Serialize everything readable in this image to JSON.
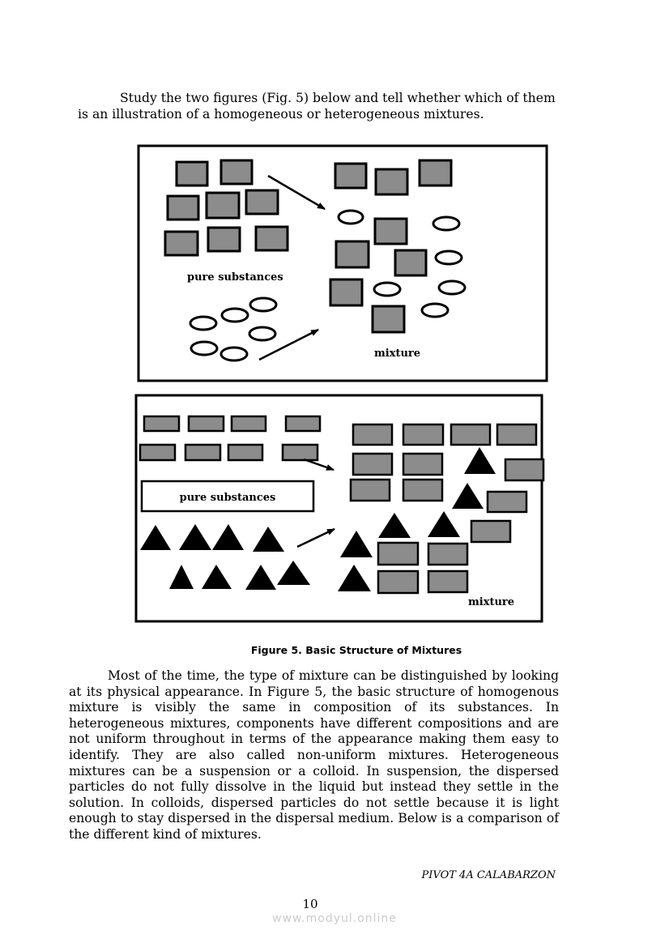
{
  "intro": {
    "line1": "Study the two figures (Fig. 5)  below and tell whether which of them",
    "line2": "is an illustration of a homogeneous or heterogeneous mixtures."
  },
  "figure": {
    "top_panel": {
      "pure_label": "pure substances",
      "mixture_label": "mixture"
    },
    "bottom_panel": {
      "pure_label": "pure substances",
      "mixture_label": "mixture"
    },
    "caption": "Figure 5.  Basic Structure of Mixtures"
  },
  "paragraph": "Most of the time, the type of mixture can be distinguished by looking at its physical appearance.  In Figure 5, the basic structure of homogenous mixture is visibly the same in composition of its substances.   In heterogeneous mixtures, components have different compositions and are not uniform throughout in terms of the appearance making them easy to identify.  They are also called non-uniform mixtures. Heterogeneous mixtures can be a suspension or a colloid.  In suspension, the dispersed particles do not fully dissolve in the liquid but instead they settle in the solution.   In colloids, dispersed particles do not settle because it is light enough to stay dispersed in the dispersal medium.  Below is a comparison of the different kind of mixtures.",
  "footer": {
    "source": "PIVOT 4A CALABARZON",
    "page_number": "10",
    "watermark": "www.modyul.online"
  },
  "colors": {
    "particle_fill": "#8c8c8c",
    "outline": "#000000"
  }
}
